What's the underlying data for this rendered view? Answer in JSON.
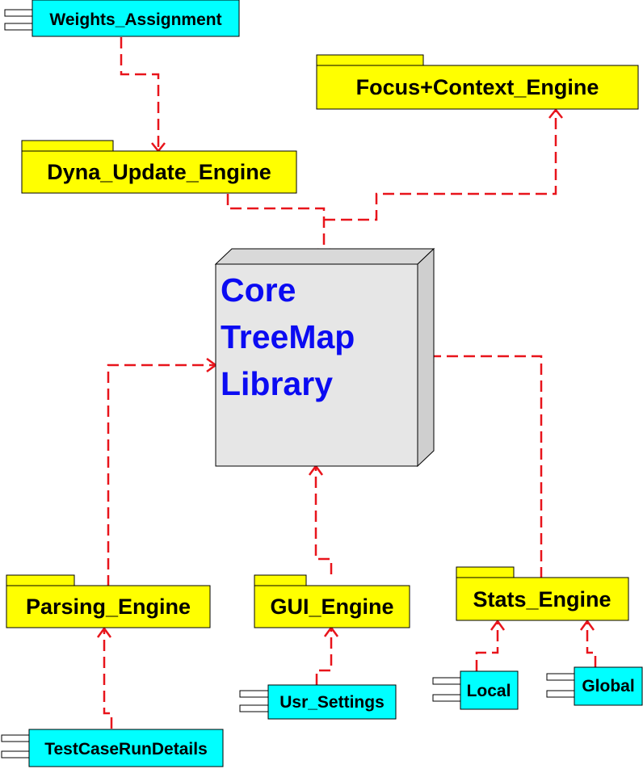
{
  "colors": {
    "package_fill": "#ffff00",
    "component_fill": "#00ffff",
    "node_face": "#e6e6e6",
    "node_side": "#cfcfcf",
    "node_text": "#0b0bf2",
    "connector": "#e8141b"
  },
  "core": {
    "lines": [
      "Core",
      "TreeMap",
      "Library"
    ]
  },
  "packages": {
    "focus_context": "Focus+Context_Engine",
    "dyna_update": "Dyna_Update_Engine",
    "parsing": "Parsing_Engine",
    "gui": "GUI_Engine",
    "stats": "Stats_Engine"
  },
  "components": {
    "weights_assignment": "Weights_Assignment",
    "usr_settings": "Usr_Settings",
    "testcase_run_details": "TestCaseRunDetails",
    "local": "Local",
    "global": "Global"
  }
}
